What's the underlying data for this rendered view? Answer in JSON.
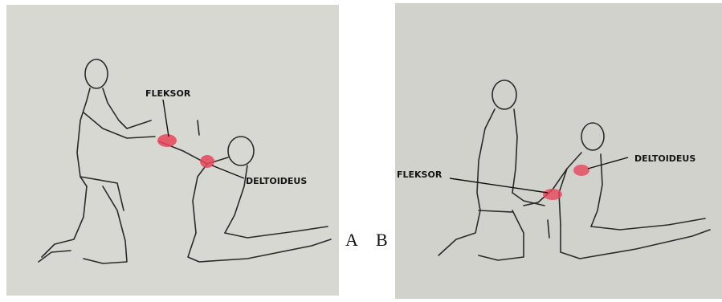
{
  "colors": {
    "paper_a": "#d8d8d2",
    "paper_b": "#d2d2cc",
    "ink": "#2a2a2a",
    "muscle": "#e8455a"
  },
  "panel_a": {
    "letter": "A",
    "labels": {
      "flexor": "FLEKSOR",
      "deltoid": "DELTOIDEUS"
    }
  },
  "panel_b": {
    "letter": "B",
    "labels": {
      "flexor": "FLEKSOR",
      "deltoid": "DELTOIDEUS"
    }
  }
}
